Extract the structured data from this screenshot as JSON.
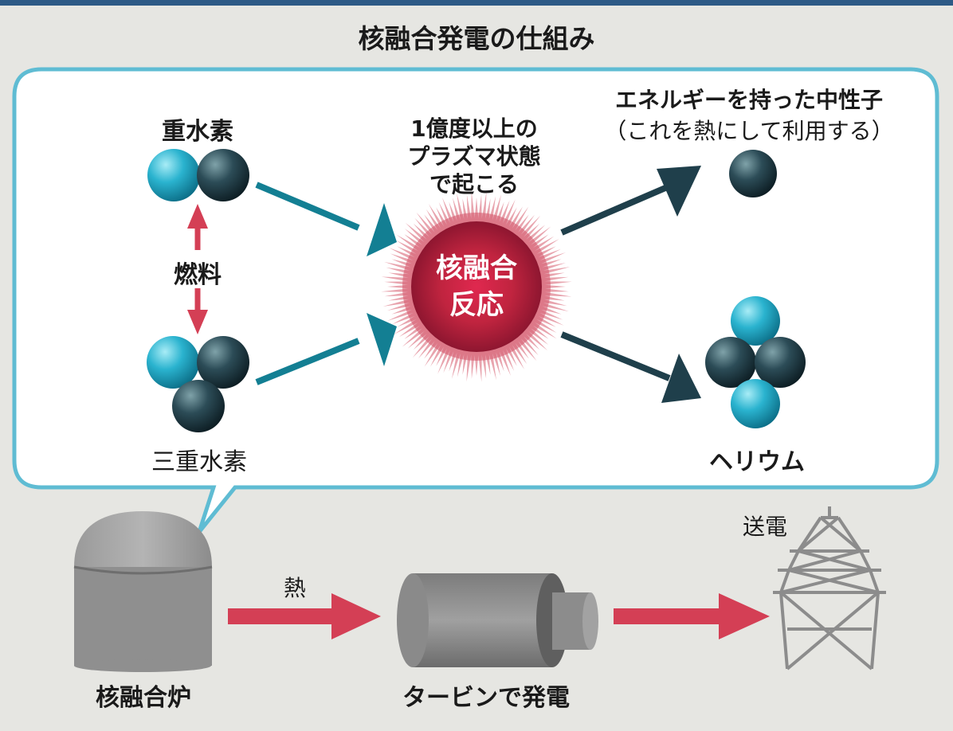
{
  "title": "核融合発電の仕組み",
  "labels": {
    "deuterium": "重水素",
    "fuel": "燃料",
    "tritium": "三重水素",
    "condition_line1": "1億度以上の",
    "condition_line2": "プラズマ状態",
    "condition_line3": "で起こる",
    "reaction_line1": "核融合",
    "reaction_line2": "反応",
    "neutron_line1": "エネルギーを持った中性子",
    "neutron_line2": "（これを熱にして利用する）",
    "helium": "ヘリウム",
    "reactor": "核融合炉",
    "heat": "熱",
    "turbine": "タービンで発電",
    "transmission": "送電"
  },
  "colors": {
    "background": "#e6e6e2",
    "top_rule": "#2d5a86",
    "bubble_border": "#5fbcd3",
    "proton": "#1ea7c6",
    "neutron": "#264652",
    "fuel_arrow": "#137f93",
    "product_arrow": "#1f3f4b",
    "reaction_core": "#c0243f",
    "pink_arrow": "#d43f55",
    "gray": "#8a8a8a"
  }
}
